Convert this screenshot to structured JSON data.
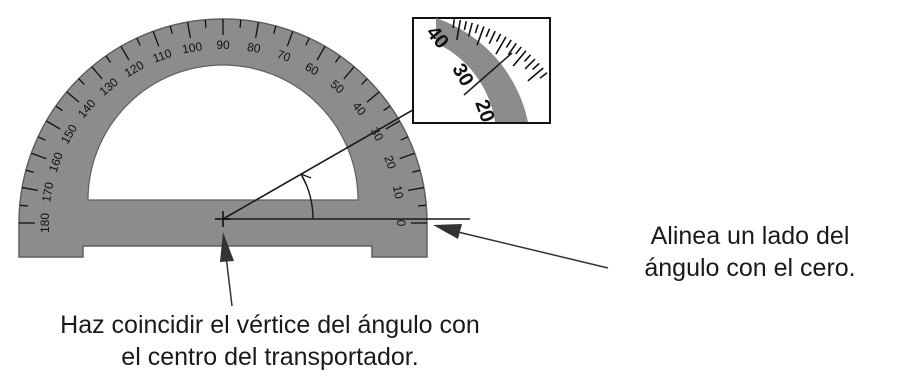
{
  "protractor": {
    "scale_labels": [
      "0",
      "10",
      "20",
      "30",
      "40",
      "50",
      "60",
      "70",
      "80",
      "90",
      "100",
      "110",
      "120",
      "130",
      "140",
      "150",
      "160",
      "170",
      "180"
    ],
    "measured_angle_deg": 30,
    "colors": {
      "body": "#8c8c8c",
      "ink": "#111111",
      "line": "#1a1a1a",
      "arrow": "#333333"
    }
  },
  "zoom_inset": {
    "labels": [
      "40",
      "30",
      "20"
    ]
  },
  "captions": {
    "center_line1": "Haz coincidir el vértice del ángulo con",
    "center_line2": "el centro del transportador.",
    "zero_line1": "Alinea un lado del",
    "zero_line2": "ángulo con el cero."
  }
}
